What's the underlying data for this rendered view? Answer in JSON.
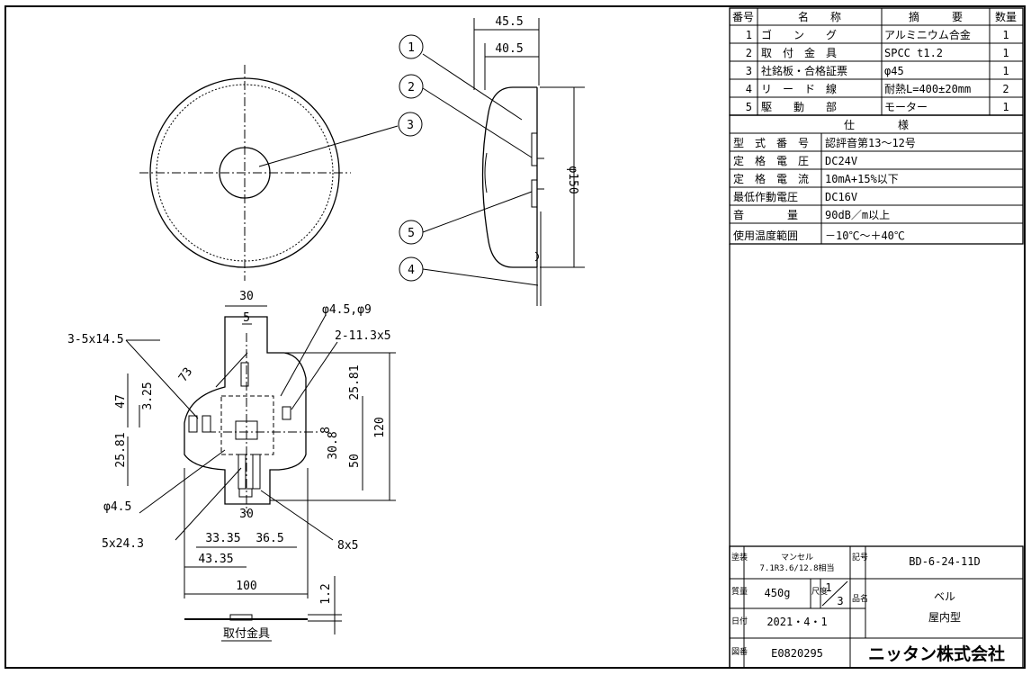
{
  "parts_table": {
    "headers": {
      "no": "番号",
      "name": "名　　称",
      "summary": "摘　　　要",
      "qty": "数量"
    },
    "rows": [
      {
        "no": "1",
        "name": "ゴ　　ン　　グ",
        "summary": "アルミニウム合金",
        "qty": "1"
      },
      {
        "no": "2",
        "name": "取　付　金　具",
        "summary": "SPCC t1.2",
        "qty": "1"
      },
      {
        "no": "3",
        "name": "社銘板・合格証票",
        "summary": "φ45",
        "qty": "1"
      },
      {
        "no": "4",
        "name": "リ　ー　ド　線",
        "summary": "耐熱L=400±20mm",
        "qty": "2"
      },
      {
        "no": "5",
        "name": "駆　　動　　部",
        "summary": "モーター",
        "qty": "1"
      }
    ]
  },
  "spec": {
    "header": "仕　　　　様",
    "rows": [
      {
        "label": "型　式　番　号",
        "value": "認評音第13～12号"
      },
      {
        "label": "定　格　電　圧",
        "value": "DC24V"
      },
      {
        "label": "定　格　電　流",
        "value": "10mA+15%以下"
      },
      {
        "label": "最低作動電圧",
        "value": "DC16V"
      },
      {
        "label": "音　　　　量",
        "value": "90dB／m以上"
      },
      {
        "label": "使用温度範囲",
        "value": "－10℃～＋40℃"
      }
    ]
  },
  "title_block": {
    "paint_label": "塗装",
    "paint_line1": "マンセル",
    "paint_line2": "7.1R3.6/12.8相当",
    "code_label": "記号",
    "code": "BD-6-24-11D",
    "mass_label": "質量",
    "mass": "450g",
    "scale_label": "尺度",
    "scale_num": "1",
    "scale_den": "3",
    "name_label": "品名",
    "product": "ベル",
    "product_type": "屋内型",
    "date_label": "日付",
    "date": "2021・4・1",
    "drawing_label": "図番",
    "drawing_no": "E0820295",
    "company": "ニッタン株式会社"
  },
  "dimensions": {
    "side_455": "45.5",
    "side_405": "40.5",
    "side_phi150": "φ150",
    "b_30_top": "30",
    "b_5": "5",
    "b_phi45_9": "φ4.5,φ9",
    "b_211_3x5": "2-11.3x5",
    "b_3_5x145": "3-5x14.5",
    "b_73": "73",
    "b_47": "47",
    "b_325": "3.25",
    "b_2581_l": "25.81",
    "b_2581_r": "25.81",
    "b_8": "8",
    "b_120": "120",
    "b_308": "30.8",
    "b_50": "50",
    "b_phi45": "φ4.5",
    "b_30_mid": "30",
    "b_5x243": "5x24.3",
    "b_8x5": "8x5",
    "b_3335": "33.35",
    "b_365": "36.5",
    "b_4335": "43.35",
    "b_100": "100",
    "b_12": "1.2"
  },
  "balloons": [
    "1",
    "2",
    "3",
    "5",
    "4"
  ],
  "bracket_caption": "取付金具"
}
